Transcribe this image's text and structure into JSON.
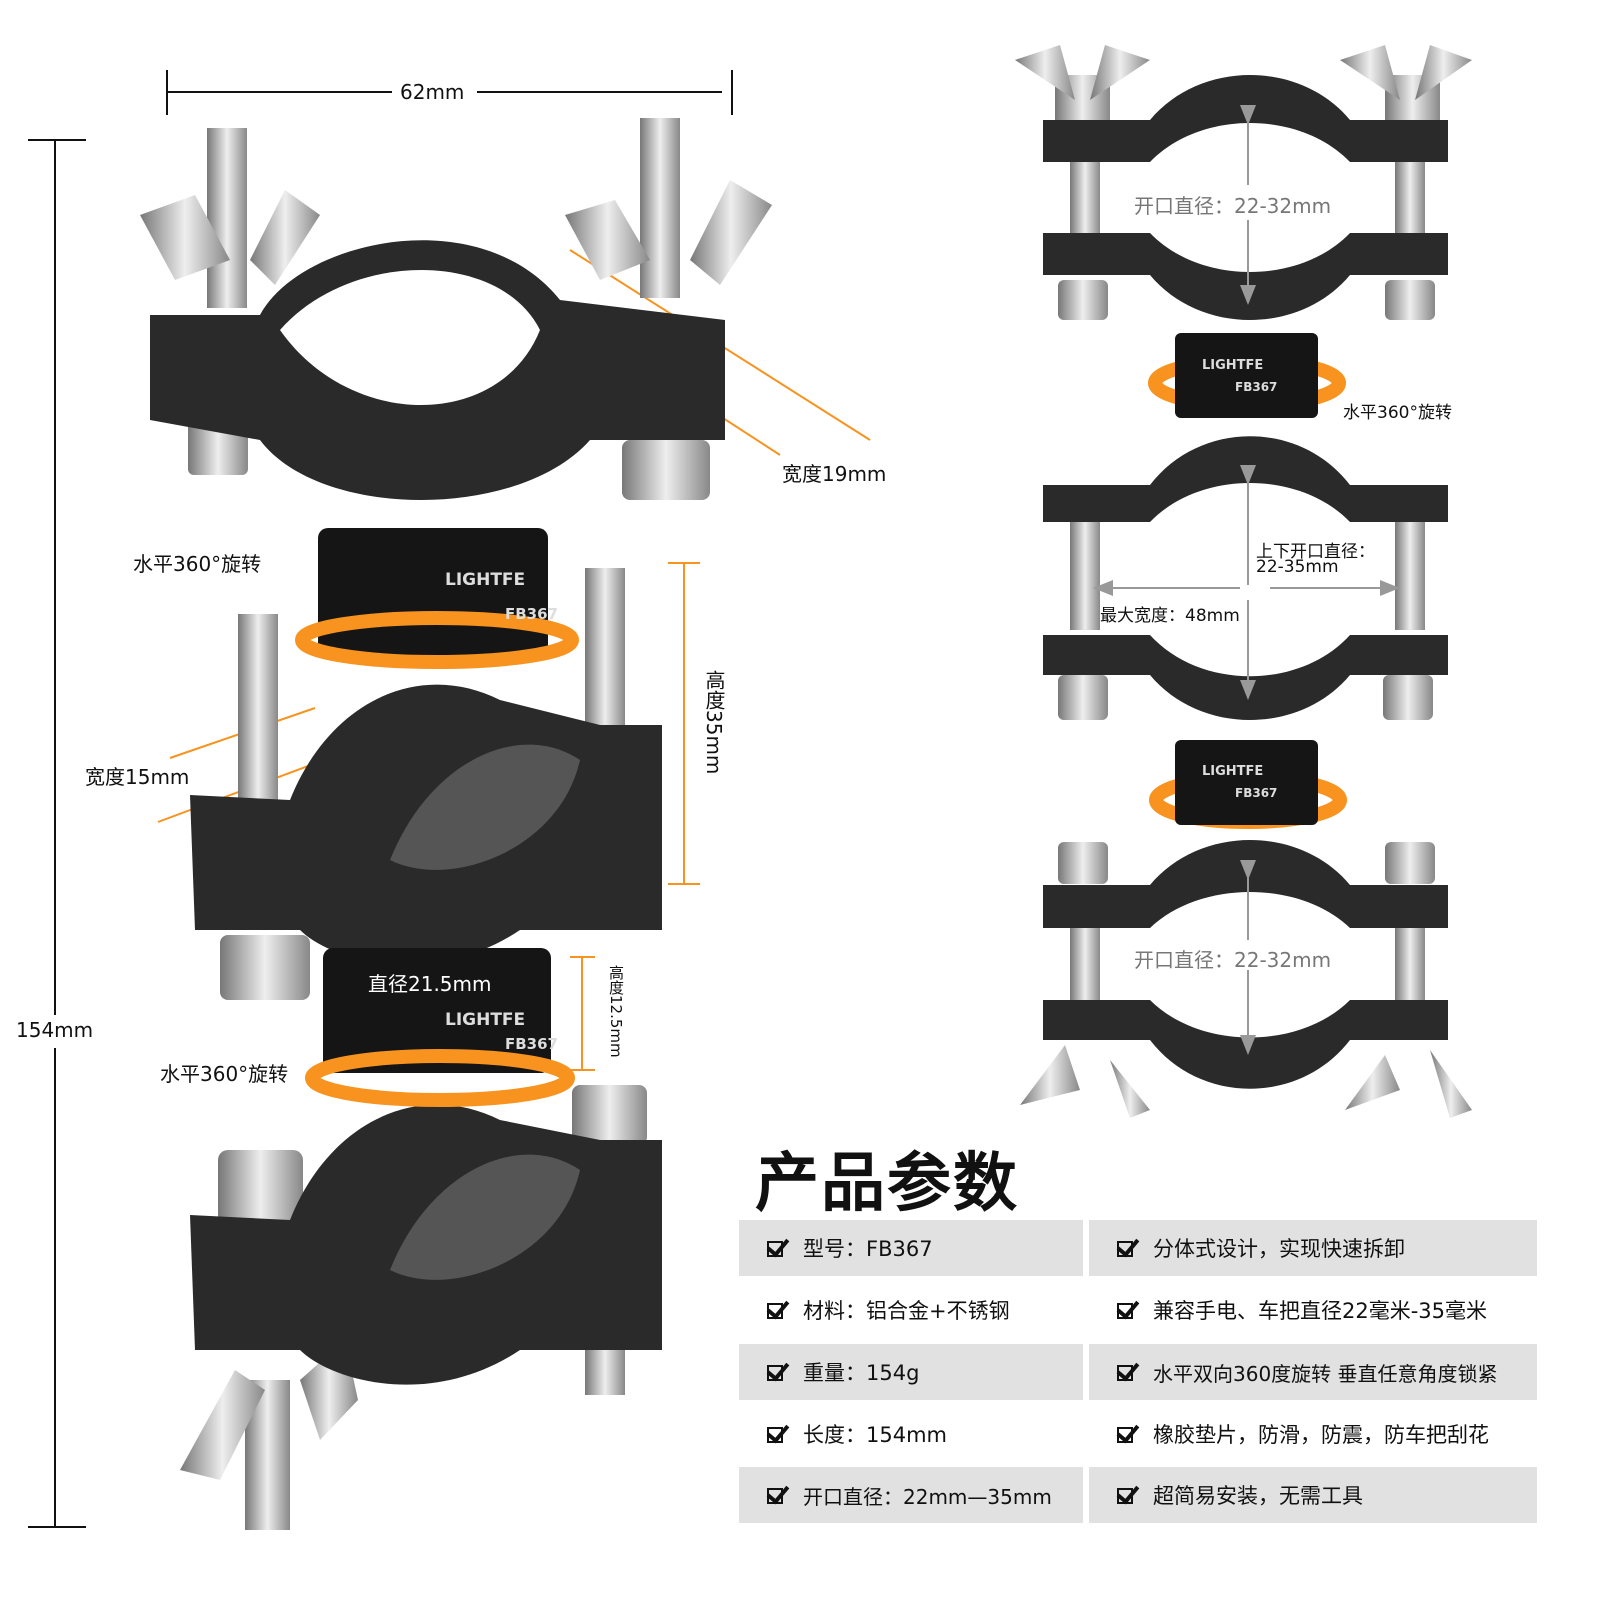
{
  "dimensions": {
    "width_total": "62mm",
    "length_total": "154mm",
    "band_width_top": "宽度19mm",
    "band_width_mid": "宽度15mm",
    "height_mid": "高度35mm",
    "diameter_joint": "直径21.5mm",
    "height_joint": "高度12.5mm",
    "rotate_top": "水平360°旋转",
    "rotate_bottom": "水平360°旋转"
  },
  "right_view": {
    "opening_top": "开口直径：22-32mm",
    "rotate": "水平360°旋转",
    "opening_mid_line1": "上下开口直径：",
    "opening_mid_line2": "22-35mm",
    "max_width": "最大宽度：48mm",
    "opening_bottom": "开口直径：22-32mm"
  },
  "logo": {
    "brand": "LIGHTFE",
    "model": "FB367"
  },
  "specs": {
    "title": "产品参数",
    "left": [
      "型号：FB367",
      "材料：铝合金+不锈钢",
      "重量：154g",
      "长度：154mm",
      "开口直径：22mm—35mm"
    ],
    "right": [
      "分体式设计，实现快速拆卸",
      "兼容手电、车把直径22毫米-35毫米",
      "水平双向360度旋转 垂直任意角度锁紧",
      "橡胶垫片，防滑，防震，防车把刮花",
      "超简易安装，无需工具"
    ]
  },
  "colors": {
    "accent": "#f7931e",
    "clamp": "#2a2a2a",
    "row_bg": "#e1e1e1"
  }
}
